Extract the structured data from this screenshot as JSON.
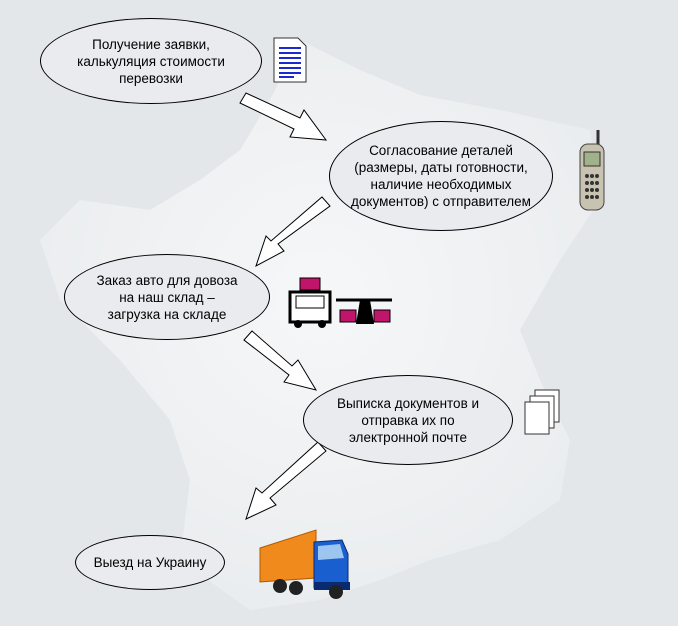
{
  "steps": [
    {
      "text": "Получение заявки,\nкалькуляция стоимости\nперевозки"
    },
    {
      "text": "Согласование деталей\n(размеры, даты готовности,\nналичие необходимых\nдокументов) с отправителем"
    },
    {
      "text": "Заказ авто для довоза\nна наш склад –\nзагрузка на складе"
    },
    {
      "text": "Выписка документов и\nотправка их по\nэлектронной почте"
    },
    {
      "text": "Выезд на Украину"
    }
  ],
  "icons": [
    "document-icon",
    "mobile-phone-icon",
    "truck-loading-icon",
    "documents-stack-icon",
    "semi-truck-icon"
  ],
  "colors": {
    "background": "#e4e7ea",
    "map": "#f0f2f4",
    "accent_truck": "#f08a1c",
    "cargo": "#c0156a"
  }
}
